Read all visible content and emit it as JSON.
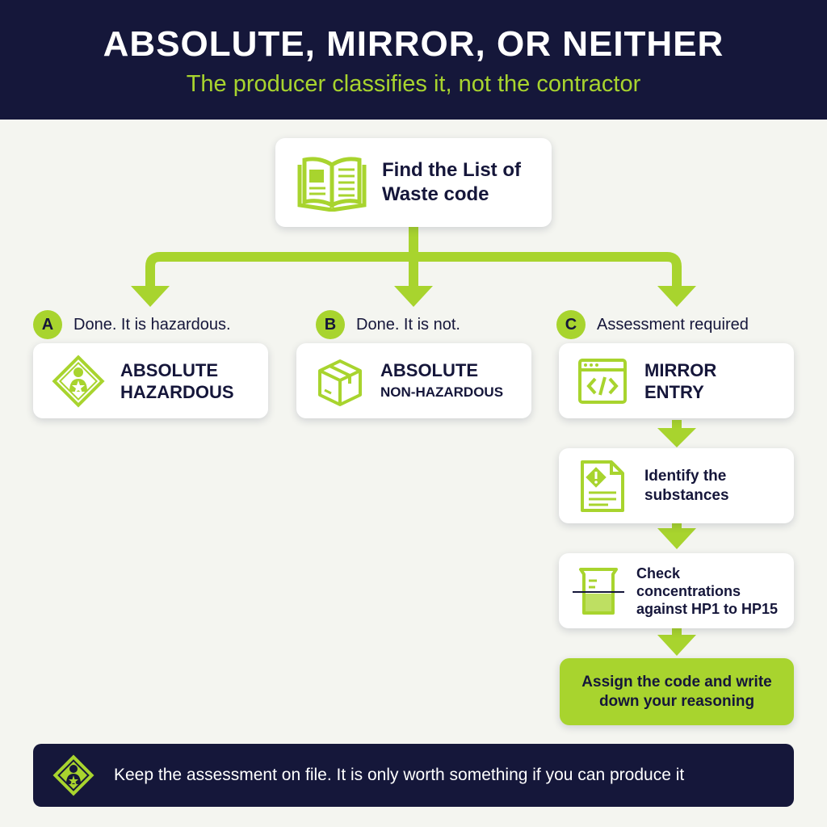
{
  "header": {
    "title": "ABSOLUTE, MIRROR, OR NEITHER",
    "subtitle": "The producer classifies it, not the contractor"
  },
  "start": {
    "label_line1": "Find the List of",
    "label_line2": "Waste code",
    "icon": "open-book-icon"
  },
  "branches": [
    {
      "letter": "A",
      "label": "Done. It is hazardous.",
      "card_line1": "ABSOLUTE",
      "card_line2": "HAZARDOUS",
      "icon": "hazard-diamond-icon"
    },
    {
      "letter": "B",
      "label": "Done. It is not.",
      "card_line1": "ABSOLUTE",
      "card_line2": "NON-HAZARDOUS",
      "icon": "box-icon"
    },
    {
      "letter": "C",
      "label": "Assessment required",
      "card_line1": "MIRROR",
      "card_line2": "ENTRY",
      "icon": "code-window-icon"
    }
  ],
  "steps": [
    {
      "line1": "Identify the",
      "line2": "substances",
      "icon": "document-warning-icon"
    },
    {
      "line1": "Check",
      "line2": "concentrations",
      "line3": "against HP1 to HP15",
      "icon": "beaker-icon"
    }
  ],
  "final": {
    "line1": "Assign the code and write",
    "line2": "down your reasoning"
  },
  "footer": {
    "text": "Keep the assessment on file. It is only worth something if you can produce it",
    "icon": "hazard-diamond-icon"
  },
  "colors": {
    "navy": "#15173a",
    "lime": "#a8d42e",
    "background": "#f4f5f0"
  }
}
